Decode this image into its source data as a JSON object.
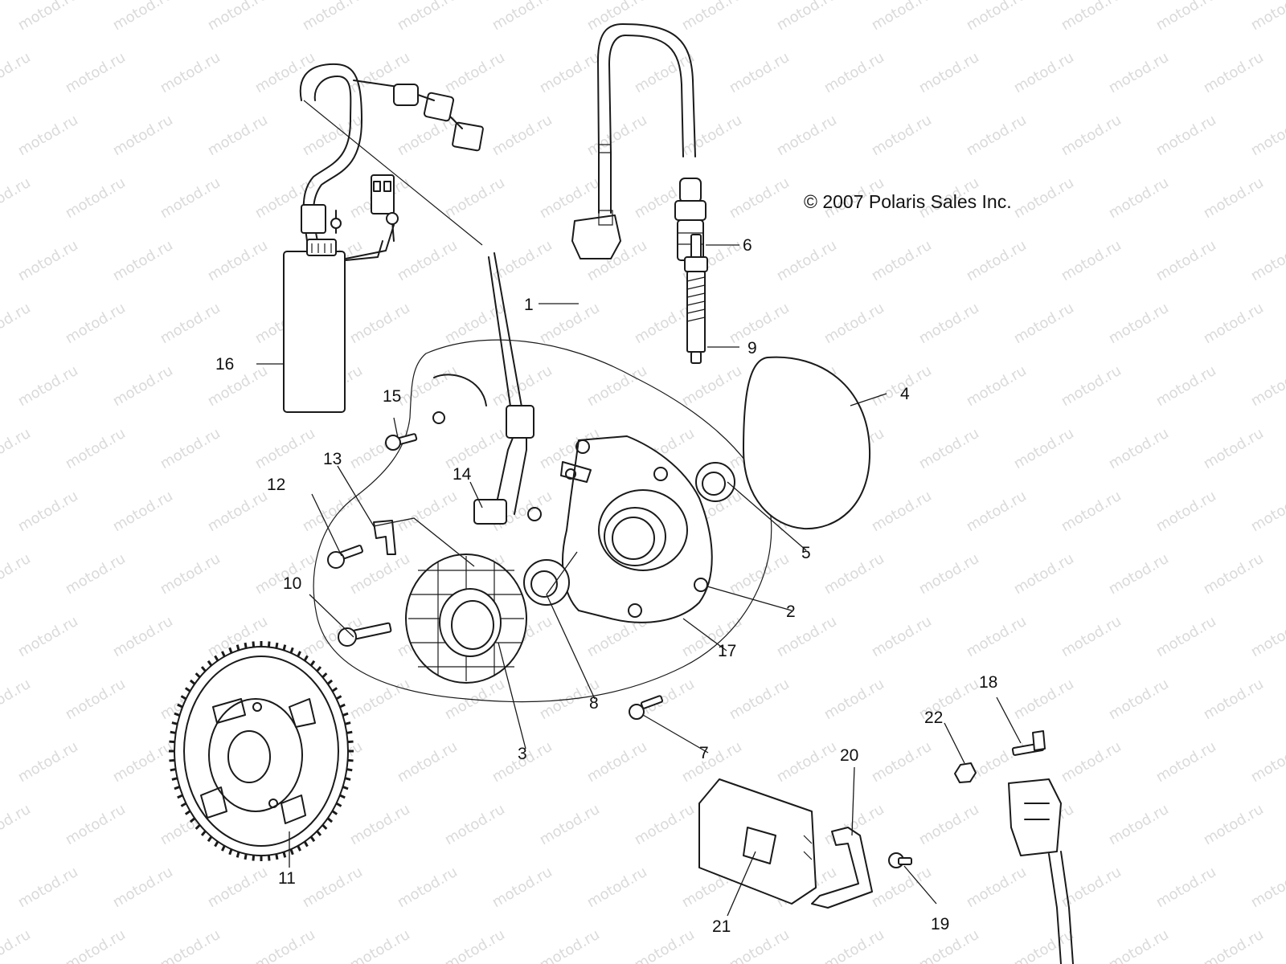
{
  "copyright": "© 2007 Polaris Sales Inc.",
  "watermark": "motod.ru",
  "colors": {
    "line": "#1a1a1a",
    "watermark": "#dadada",
    "background": "#ffffff"
  },
  "callouts": {
    "c1": "1",
    "c2": "2",
    "c3": "3",
    "c4": "4",
    "c5": "5",
    "c6": "6",
    "c7": "7",
    "c8": "8",
    "c9": "9",
    "c10": "10",
    "c11": "11",
    "c12": "12",
    "c13": "13",
    "c14": "14",
    "c15": "15",
    "c16": "16",
    "c17": "17",
    "c18": "18",
    "c19": "19",
    "c20": "20",
    "c21": "21",
    "c22": "22"
  }
}
